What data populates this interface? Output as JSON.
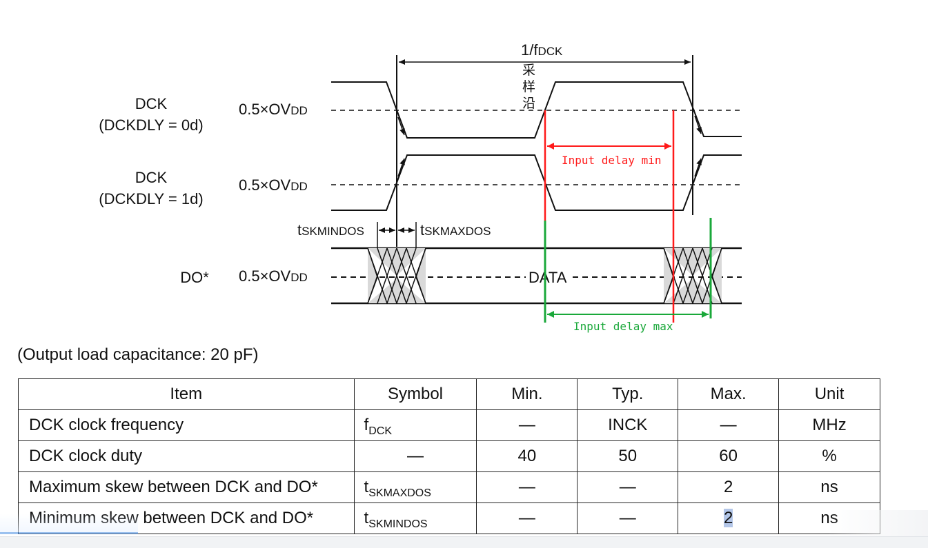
{
  "diagram": {
    "period_label": "1/f",
    "period_sub": "DCK",
    "sample_chars": [
      "采",
      "样",
      "沿"
    ],
    "dck0_label": "DCK",
    "dck0_sublabel": "(DCKDLY = 0d)",
    "dck1_label": "DCK",
    "dck1_sublabel": "(DCKDLY = 1d)",
    "do_label": "DO*",
    "threshold_main": "0.5×OV",
    "threshold_sub": "DD",
    "tskmin_main": "t",
    "tskmin_sub": "SKMINDOS",
    "tskmax_main": "t",
    "tskmax_sub": "SKMAXDOS",
    "data_label": "DATA",
    "input_delay_min": "Input delay min",
    "input_delay_max": "Input delay max",
    "colors": {
      "red": "#ff1a1a",
      "green": "#1aa83a",
      "shade": "#d9d9d9",
      "line": "#111111"
    }
  },
  "condition": "(Output load capacitance: 20 pF)",
  "table": {
    "headers": [
      "Item",
      "Symbol",
      "Min.",
      "Typ.",
      "Max.",
      "Unit"
    ],
    "rows": [
      {
        "item": "DCK clock frequency",
        "sym": "f",
        "sym_sub": "DCK",
        "min": "—",
        "typ": "INCK",
        "max": "—",
        "unit": "MHz"
      },
      {
        "item": "DCK clock duty",
        "sym": "—",
        "sym_sub": "",
        "min": "40",
        "typ": "50",
        "max": "60",
        "unit": "%"
      },
      {
        "item": "Maximum skew between DCK and DO*",
        "sym": "t",
        "sym_sub": "SKMAXDOS",
        "min": "—",
        "typ": "—",
        "max": "2",
        "unit": "ns"
      },
      {
        "item": "Minimum skew between DCK and DO*",
        "sym": "t",
        "sym_sub": "SKMINDOS",
        "min": "—",
        "typ": "—",
        "max": "2",
        "unit": "ns"
      }
    ]
  }
}
